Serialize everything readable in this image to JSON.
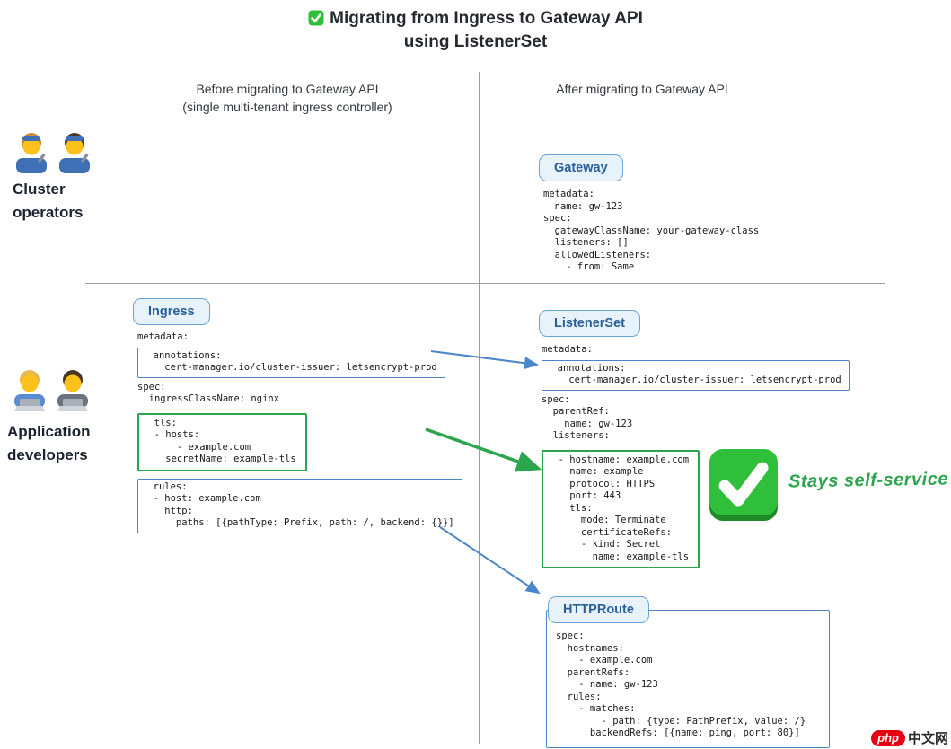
{
  "title": {
    "line1": "Migrating from Ingress to Gateway API",
    "line2": "using ListenerSet",
    "check_icon": "green-check"
  },
  "columns": {
    "before": {
      "line1": "Before migrating to Gateway API",
      "line2": "(single multi-tenant ingress controller)"
    },
    "after": {
      "line1": "After migrating to Gateway API"
    }
  },
  "actors": {
    "cluster_operators": {
      "label": "Cluster operators",
      "icons": [
        "woman-mechanic-emoji",
        "man-mechanic-emoji"
      ]
    },
    "application_developers": {
      "label": "Application developers",
      "icons": [
        "woman-technologist-emoji",
        "man-technologist-emoji"
      ]
    }
  },
  "resources": {
    "gateway": {
      "badge": "Gateway",
      "segments": [
        {
          "style": "plain",
          "lines": [
            "metadata:",
            "  name: gw-123",
            "spec:",
            "  gatewayClassName: your-gateway-class",
            "  listeners: []",
            "  allowedListeners:",
            "    - from: Same"
          ]
        }
      ]
    },
    "ingress": {
      "badge": "Ingress",
      "segments": [
        {
          "style": "plain",
          "lines": [
            "metadata:"
          ]
        },
        {
          "style": "box-blue",
          "lines": [
            "  annotations:",
            "    cert-manager.io/cluster-issuer: letsencrypt-prod"
          ]
        },
        {
          "style": "plain",
          "lines": [
            "spec:",
            "  ingressClassName: nginx"
          ]
        },
        {
          "style": "box-green",
          "lines": [
            "  tls:",
            "  - hosts:",
            "      - example.com",
            "    secretName: example-tls"
          ]
        },
        {
          "style": "box-blue",
          "lines": [
            "  rules:",
            "  - host: example.com",
            "    http:",
            "      paths: [{pathType: Prefix, path: /, backend: {}}]"
          ]
        }
      ]
    },
    "listenerset": {
      "badge": "ListenerSet",
      "segments": [
        {
          "style": "plain",
          "lines": [
            "metadata:"
          ]
        },
        {
          "style": "box-blue",
          "lines": [
            "  annotations:",
            "    cert-manager.io/cluster-issuer: letsencrypt-prod"
          ]
        },
        {
          "style": "plain",
          "lines": [
            "spec:",
            "  parentRef:",
            "    name: gw-123",
            "  listeners:"
          ]
        },
        {
          "style": "box-green",
          "lines": [
            "  - hostname: example.com",
            "    name: example",
            "    protocol: HTTPS",
            "    port: 443",
            "    tls:",
            "      mode: Terminate",
            "      certificateRefs:",
            "      - kind: Secret",
            "        name: example-tls"
          ]
        }
      ]
    },
    "httproute": {
      "badge": "HTTPRoute",
      "segments": [
        {
          "style": "plain",
          "lines": [
            "spec:",
            "  hostnames:",
            "    - example.com",
            "  parentRefs:",
            "    - name: gw-123",
            "  rules:",
            "    - matches:",
            "        - path: {type: PathPrefix, value: /}",
            "      backendRefs: [{name: ping, port: 80}]"
          ]
        }
      ]
    }
  },
  "annotations": {
    "stays_self_service": "Stays self-service",
    "big_check_icon": "green-check"
  },
  "watermark": {
    "logo": "php",
    "text": "中文网"
  },
  "colors": {
    "blue_accent": "#4a86c8",
    "green_accent": "#2da44e",
    "badge_bg": "#e8f2fa",
    "badge_border": "#6aa3d8",
    "badge_text": "#2a6099",
    "watermark_red": "#e60012"
  }
}
